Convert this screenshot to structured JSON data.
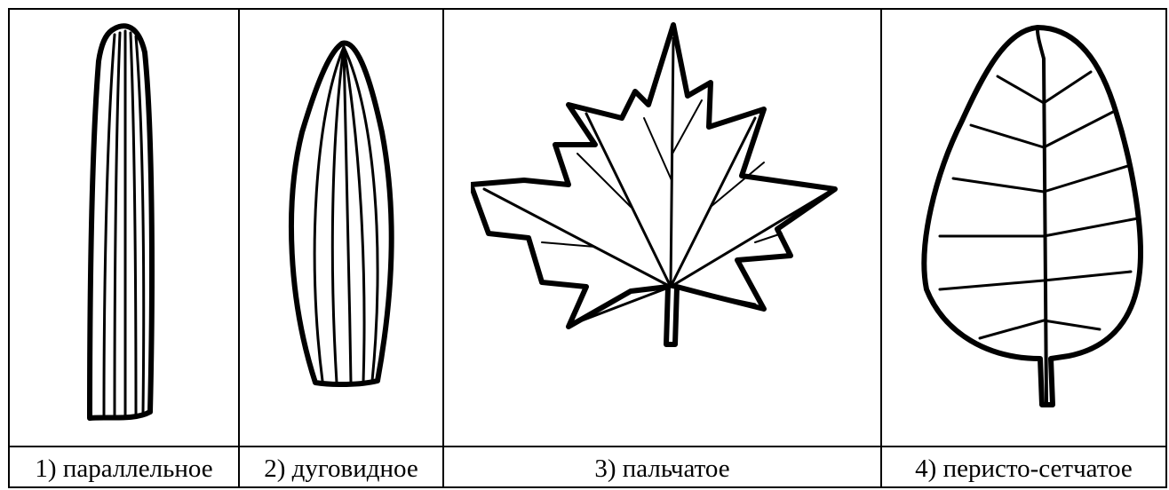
{
  "table": {
    "cells": [
      {
        "label": "1) параллельное",
        "leaf_icon": "parallel-venation-leaf"
      },
      {
        "label": "2) дуговидное",
        "leaf_icon": "arcuate-venation-leaf"
      },
      {
        "label": "3) пальчатое",
        "leaf_icon": "palmate-venation-leaf"
      },
      {
        "label": "4) перисто-сетчатое",
        "leaf_icon": "pinnate-net-venation-leaf"
      }
    ]
  }
}
